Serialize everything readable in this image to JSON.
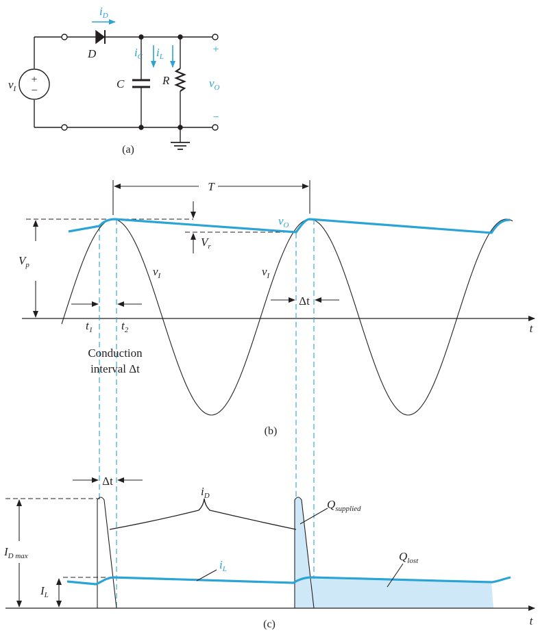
{
  "colors": {
    "ink": "#231f20",
    "accent": "#2aa3d6",
    "fill": "#cfe8f7"
  },
  "circuit": {
    "source_label": "v",
    "source_sub": "I",
    "source_plus": "+",
    "source_minus": "−",
    "diode_label": "D",
    "diode_current": "i",
    "diode_current_sub": "D",
    "cap_current": "i",
    "cap_current_sub": "C",
    "load_current": "i",
    "load_current_sub": "L",
    "cap_label": "C",
    "res_label": "R",
    "out_label": "v",
    "out_sub": "O",
    "out_plus": "+",
    "out_minus": "−",
    "caption": "(a)"
  },
  "voltage_plot": {
    "period_label": "T",
    "vo_label": "v",
    "vo_sub": "O",
    "vr_label": "V",
    "vr_sub": "r",
    "vp_label": "V",
    "vp_sub": "p",
    "vi_label": "v",
    "vi_sub": "I",
    "dt_label": "Δt",
    "t1_label": "t",
    "t1_sub": "1",
    "t2_label": "t",
    "t2_sub": "2",
    "conduction_line1": "Conduction",
    "conduction_line2": "interval Δt",
    "axis_label": "t",
    "caption": "(b)"
  },
  "current_plot": {
    "dt_label": "Δt",
    "id_label": "i",
    "id_sub": "D",
    "qsupplied_label": "Q",
    "qsupplied_sub": "supplied",
    "idmax_label": "I",
    "idmax_sub": "D max",
    "il_label": "i",
    "il_sub": "L",
    "il_dc_label": "I",
    "il_dc_sub": "L",
    "qlost_label": "Q",
    "qlost_sub": "lost",
    "axis_label": "t",
    "caption": "(c)"
  }
}
